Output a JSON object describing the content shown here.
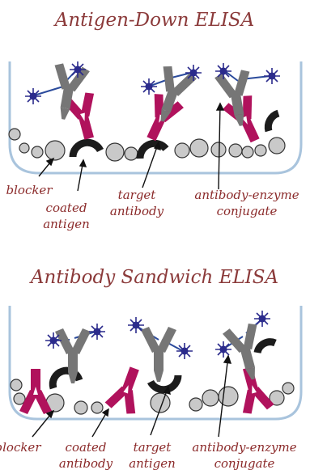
{
  "panels": [
    {
      "title": "Antigen-Down ELISA",
      "labels": {
        "blocker": "blocker",
        "coated": [
          "coated",
          "antigen"
        ],
        "target": [
          "target",
          "antibody"
        ],
        "conjugate": [
          "antibody-enzyme",
          "conjugate"
        ]
      }
    },
    {
      "title": "Antibody Sandwich ELISA",
      "labels": {
        "blocker": "blocker",
        "coated": [
          "coated",
          "antibody"
        ],
        "target": [
          "target",
          "antigen"
        ],
        "conjugate": [
          "antibody-enzyme",
          "conjugate"
        ]
      }
    }
  ],
  "colors": {
    "well": "#a9c4dd",
    "antibody_gray": "#767676",
    "antibody_magenta": "#b0125c",
    "antigen_black": "#1c1c1c",
    "blocker": "#c9c9c9",
    "enzyme": "#2b2b8c",
    "label": "#8b2a2a"
  }
}
